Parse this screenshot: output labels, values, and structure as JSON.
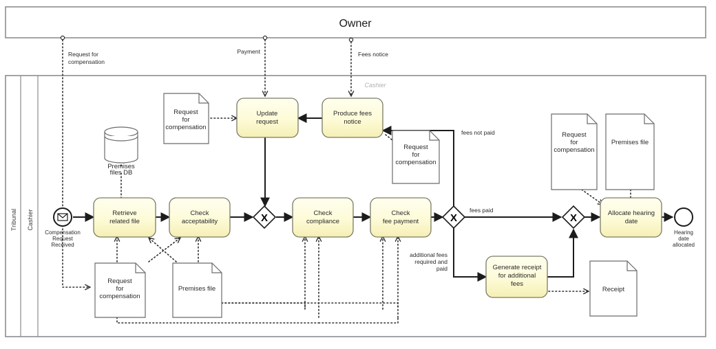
{
  "diagram": {
    "type": "bpmn-collaboration",
    "colors": {
      "task_fill_top": "#ffffe8",
      "task_fill_bottom": "#f7f2ba",
      "task_stroke": "#7a7a66",
      "pool_stroke": "#8d8d8d",
      "flow_stroke": "#1c1c1c",
      "ghost_lane_text": "#b0b0b0",
      "background": "#ffffff"
    }
  },
  "pools": [
    {
      "id": "owner",
      "title": "Owner",
      "title_orientation": "horizontal"
    },
    {
      "id": "tribunal",
      "title": "Tribunal",
      "title_orientation": "vertical",
      "lanes": [
        {
          "id": "cashier",
          "label": "Cashier"
        }
      ],
      "ghost_lane_label": "Cashier"
    }
  ],
  "events": [
    {
      "id": "start",
      "kind": "message-start",
      "label": "Compensation\nRequest\nReceived",
      "label_lines": [
        "Compensation",
        "Request",
        "Received"
      ],
      "icon": "envelope-icon"
    },
    {
      "id": "end",
      "kind": "end",
      "label": "Hearing\ndate\nallocated",
      "label_lines": [
        "Hearing",
        "date",
        "allocated"
      ]
    }
  ],
  "tasks": [
    {
      "id": "retrieve-related-file",
      "lines": [
        "Retrieve",
        "related file"
      ]
    },
    {
      "id": "check-acceptability",
      "lines": [
        "Check",
        "acceptability"
      ]
    },
    {
      "id": "update-request",
      "lines": [
        "Update",
        "request"
      ]
    },
    {
      "id": "produce-fees-notice",
      "lines": [
        "Produce fees",
        "notice"
      ]
    },
    {
      "id": "check-compliance",
      "lines": [
        "Check",
        "compliance"
      ]
    },
    {
      "id": "check-fee-payment",
      "lines": [
        "Check",
        "fee payment"
      ]
    },
    {
      "id": "generate-receipt-additional-fees",
      "lines": [
        "Generate receipt",
        "for additional",
        "fees"
      ]
    },
    {
      "id": "allocate-hearing-date",
      "lines": [
        "Allocate hearing",
        "date"
      ]
    }
  ],
  "gateways": [
    {
      "id": "gw-merge-1",
      "type": "exclusive",
      "symbol": "X"
    },
    {
      "id": "gw-fees",
      "type": "exclusive",
      "symbol": "X"
    },
    {
      "id": "gw-merge-2",
      "type": "exclusive",
      "symbol": "X"
    }
  ],
  "data_objects": [
    {
      "id": "doc-req-comp-top",
      "lines": [
        "Request",
        "for",
        "compensation"
      ]
    },
    {
      "id": "doc-req-comp-mid",
      "lines": [
        "Request",
        "for",
        "compensation"
      ]
    },
    {
      "id": "doc-req-comp-bottom",
      "lines": [
        "Request",
        "for",
        "compensation"
      ]
    },
    {
      "id": "doc-req-comp-right",
      "lines": [
        "Request",
        "for",
        "compensation"
      ]
    },
    {
      "id": "doc-premises-file-bottom",
      "lines": [
        "Premises file"
      ]
    },
    {
      "id": "doc-premises-file-right",
      "lines": [
        "Premises file"
      ]
    },
    {
      "id": "doc-receipt",
      "lines": [
        "Receipt"
      ]
    }
  ],
  "data_stores": [
    {
      "id": "premises-files-db",
      "lines": [
        "Premises",
        "files DB"
      ]
    }
  ],
  "message_flow_labels": [
    {
      "id": "msg-request-for-compensation",
      "lines": [
        "Request for",
        "compensation"
      ]
    },
    {
      "id": "msg-payment",
      "lines": [
        "Payment"
      ]
    },
    {
      "id": "msg-fees-notice",
      "lines": [
        "Fees notice"
      ]
    }
  ],
  "sequence_flow_labels": [
    {
      "id": "label-fees-not-paid",
      "lines": [
        "fees not paid"
      ]
    },
    {
      "id": "label-fees-paid",
      "lines": [
        "fees paid"
      ]
    },
    {
      "id": "label-additional-fees",
      "lines": [
        "additional fees",
        "required and",
        "paid"
      ]
    }
  ]
}
